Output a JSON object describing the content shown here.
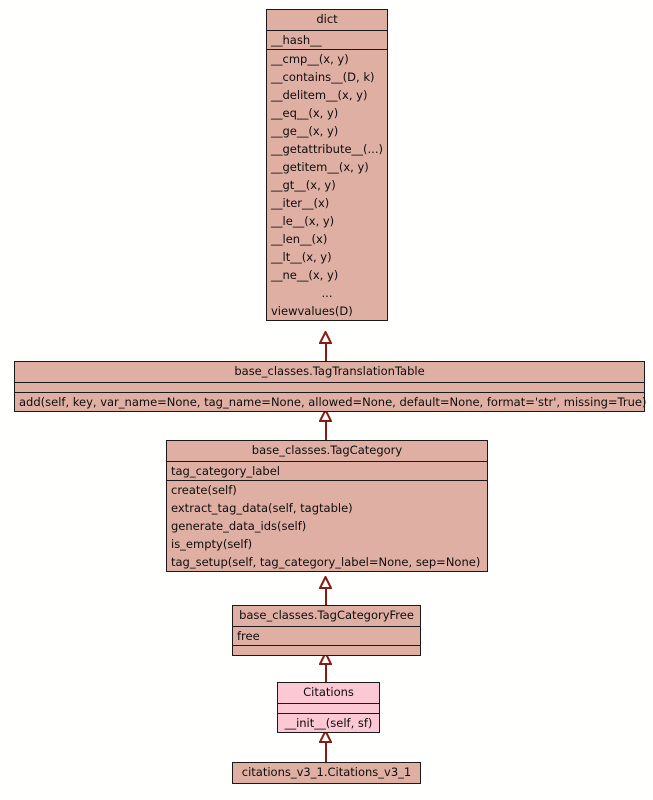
{
  "diagram": {
    "type": "uml-class-inheritance",
    "background_color": "#fffffd",
    "box_fill_color": "#e0afa3",
    "highlight_fill_color": "#fbc8d4",
    "border_color": "#1a1a1a",
    "edge_color": "#8a1a14",
    "relationship": "generalization"
  },
  "classes": {
    "dict": {
      "name": "dict",
      "attributes": [
        "__hash__"
      ],
      "methods": [
        "__cmp__(x, y)",
        "__contains__(D, k)",
        "__delitem__(x, y)",
        "__eq__(x, y)",
        "__ge__(x, y)",
        "__getattribute__(...)",
        "__getitem__(x, y)",
        "__gt__(x, y)",
        "__iter__(x)",
        "__le__(x, y)",
        "__len__(x)",
        "__lt__(x, y)",
        "__ne__(x, y)",
        "...",
        "viewvalues(D)"
      ]
    },
    "tag_translation_table": {
      "name": "base_classes.TagTranslationTable",
      "attributes": [],
      "methods": [
        "add(self, key, var_name=None, tag_name=None, allowed=None, default=None, format='str', missing=True)"
      ]
    },
    "tag_category": {
      "name": "base_classes.TagCategory",
      "attributes": [
        "tag_category_label"
      ],
      "methods": [
        "create(self)",
        "extract_tag_data(self, tagtable)",
        "generate_data_ids(self)",
        "is_empty(self)",
        "tag_setup(self, tag_category_label=None, sep=None)"
      ]
    },
    "tag_category_free": {
      "name": "base_classes.TagCategoryFree",
      "attributes": [
        "free"
      ],
      "methods": []
    },
    "citations": {
      "name": "Citations",
      "attributes": [],
      "methods": [
        "__init__(self, sf)"
      ]
    },
    "citations_v3_1": {
      "name": "citations_v3_1.Citations_v3_1",
      "attributes": [],
      "methods": []
    }
  },
  "edges": [
    {
      "from": "base_classes.TagTranslationTable",
      "to": "dict",
      "kind": "inherits"
    },
    {
      "from": "base_classes.TagCategory",
      "to": "base_classes.TagTranslationTable",
      "kind": "inherits"
    },
    {
      "from": "base_classes.TagCategoryFree",
      "to": "base_classes.TagCategory",
      "kind": "inherits"
    },
    {
      "from": "Citations",
      "to": "base_classes.TagCategoryFree",
      "kind": "inherits"
    },
    {
      "from": "citations_v3_1.Citations_v3_1",
      "to": "Citations",
      "kind": "inherits"
    }
  ]
}
